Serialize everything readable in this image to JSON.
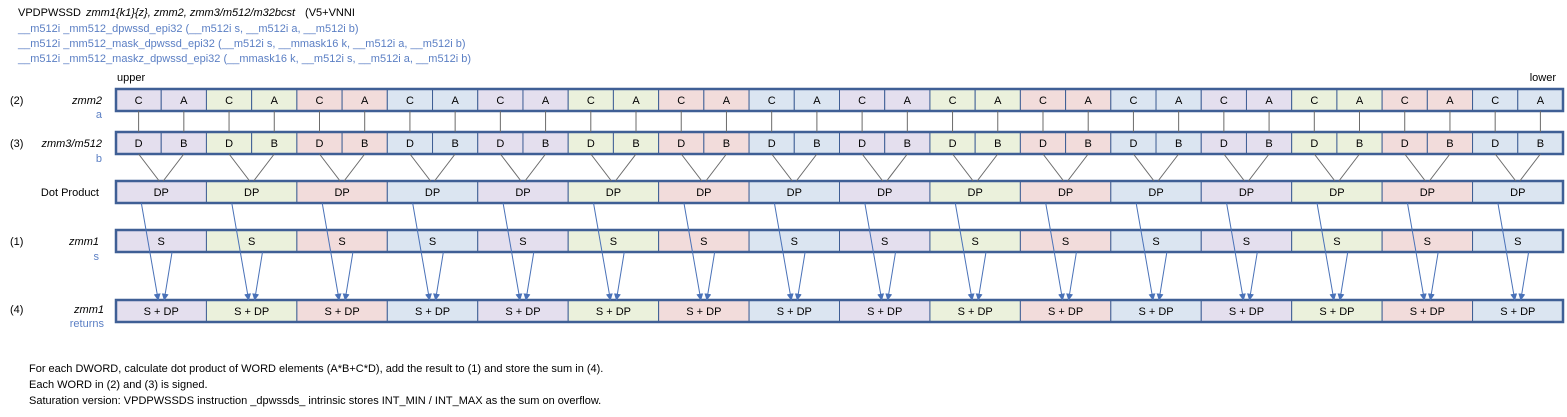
{
  "header": {
    "mnemonic": "VPDPWSSD",
    "operands": "zmm1{k1}{z}, zmm2, zmm3/m512/m32bcst",
    "isa": "(V5+VNNI",
    "intrinsics": [
      "__m512i _mm512_dpwssd_epi32 (__m512i s, __m512i a, __m512i b)",
      "__m512i _mm512_mask_dpwssd_epi32 (__m512i s, __mmask16 k, __m512i a, __m512i b)",
      "__m512i _mm512_maskz_dpwssd_epi32 (__mmask16 k, __m512i s, __m512i a, __m512i b)"
    ]
  },
  "orientation": {
    "upper": "upper",
    "lower": "lower"
  },
  "rows": [
    {
      "num": "(2)",
      "reg": "zmm2",
      "sub": "a",
      "cell_pair": [
        "C",
        "A"
      ]
    },
    {
      "num": "(3)",
      "reg": "zmm3/m512",
      "sub": "b",
      "cell_pair": [
        "D",
        "B"
      ]
    },
    {
      "num": "",
      "reg": "Dot Product",
      "sub": "",
      "cell": "DP"
    },
    {
      "num": "(1)",
      "reg": "zmm1",
      "sub": "s",
      "cell": "S"
    },
    {
      "num": "(4)",
      "reg": "zmm1",
      "sub": "returns",
      "cell": "S + DP"
    }
  ],
  "lane_colors": [
    "#e4dfee",
    "#ebf1dc",
    "#f2dcdb",
    "#dbe5f1"
  ],
  "lane_count": 16,
  "notes": [
    "For each DWORD, calculate dot product of WORD elements  (A*B+C*D),  add the result to (1) and store the sum in (4).",
    "Each WORD in (2) and (3) is signed.",
    "Saturation version:  VPDPWSSDS instruction  _dpwssds_ intrinsic  stores INT_MIN / INT_MAX  as the sum on overflow."
  ]
}
